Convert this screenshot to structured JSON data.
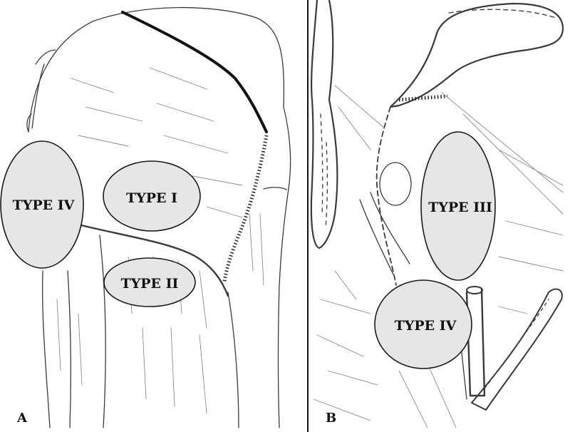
{
  "figure": {
    "panels": [
      {
        "letter": "A"
      },
      {
        "letter": "B"
      }
    ],
    "regions": [
      {
        "label": "TYPE IV"
      },
      {
        "label": "TYPE I"
      },
      {
        "label": "TYPE II"
      },
      {
        "label": "TYPE III"
      },
      {
        "label": "TYPE IV"
      }
    ],
    "colors": {
      "region_fill": "#e6e6e6",
      "outline": "#1a1a1a",
      "sketch": "#3a3a3a"
    }
  }
}
